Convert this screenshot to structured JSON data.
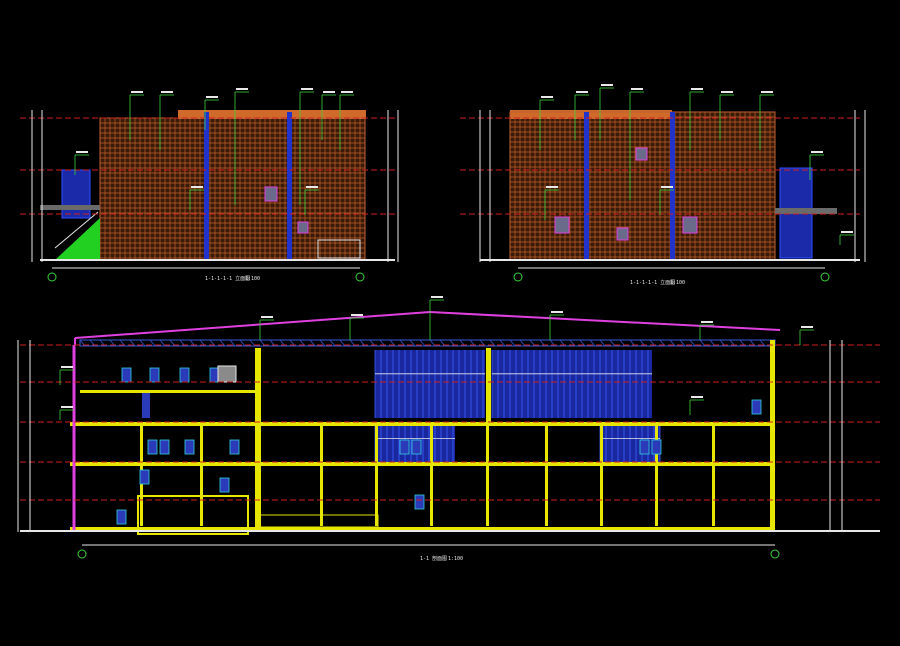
{
  "colors": {
    "background": "#000000",
    "grid": "#b85a20",
    "green": "#3cd23c",
    "yellow": "#e6e600",
    "blue": "#2233cc",
    "magenta": "#e040e0",
    "red": "#d02020",
    "white": "#e8e8e8",
    "cyan": "#30d0e0",
    "gray": "#8a8a8a"
  },
  "drawings": {
    "elev_left": {
      "title": "1-1-1-1-1 立面图",
      "scale": "1:100"
    },
    "elev_right": {
      "title": "1-1-1-1-1 立面图",
      "scale": "1:100"
    },
    "section": {
      "title": "1-1 剖面图",
      "scale": "1:100"
    }
  }
}
